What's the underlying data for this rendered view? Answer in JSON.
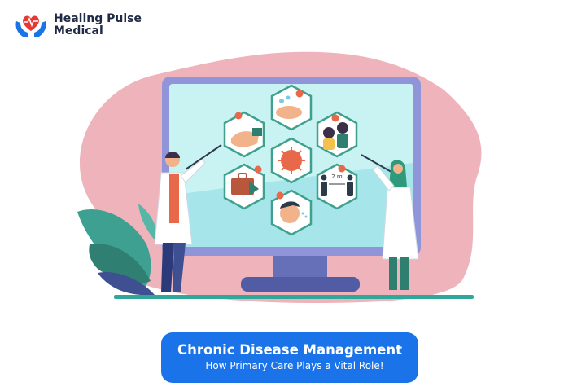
{
  "brand": {
    "line1": "Healing Pulse",
    "line2": "Medical"
  },
  "banner": {
    "title": "Chronic Disease Management",
    "subtitle": "How Primary Care Plays a Vital Role!"
  },
  "screen": {
    "distance_label": "2 m"
  },
  "colors": {
    "brand_blue": "#1a73e8",
    "blob_pink": "#efb3bb",
    "teal": "#2fa89a",
    "screen_bg": "#c9f3f3",
    "hex_border": "#3fa08e"
  }
}
